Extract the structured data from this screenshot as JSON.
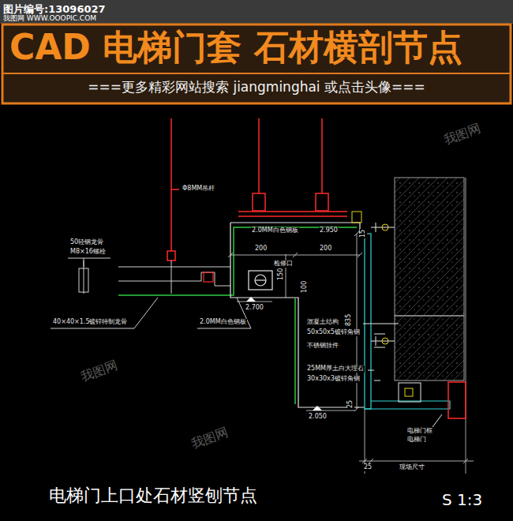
{
  "diagram": {
    "title": "CAD 电梯门套  石材横剖节点",
    "caption": "电梯门上口处石材竖刨节点",
    "labels": [
      "图片编号:13096027",
      "我图网 WWW.OOOPIC.COM",
      "===更多精彩网站搜索 jiangminghai 或点击头像===",
      "Φ8MM吊杆",
      "50轻钢龙骨",
      "M8×16螺栓",
      "2.0MM白色钢板",
      "2.950",
      "200",
      "200",
      "150",
      "检修口",
      "100",
      "2.700",
      "40×40×1.5镀锌特制龙骨",
      "2.0MM白色钢板",
      "835",
      "混凝土结构",
      "50x50x5镀锌角钢",
      "不锈钢挂件",
      "25MM厚土白大理石",
      "30x30x3镀锌角钢",
      "2.050",
      "25",
      "15",
      "电梯门框",
      "电梯门",
      "25",
      "现场尺寸",
      "S 1:3",
      "我图网",
      "我图网",
      "我图网"
    ]
  }
}
